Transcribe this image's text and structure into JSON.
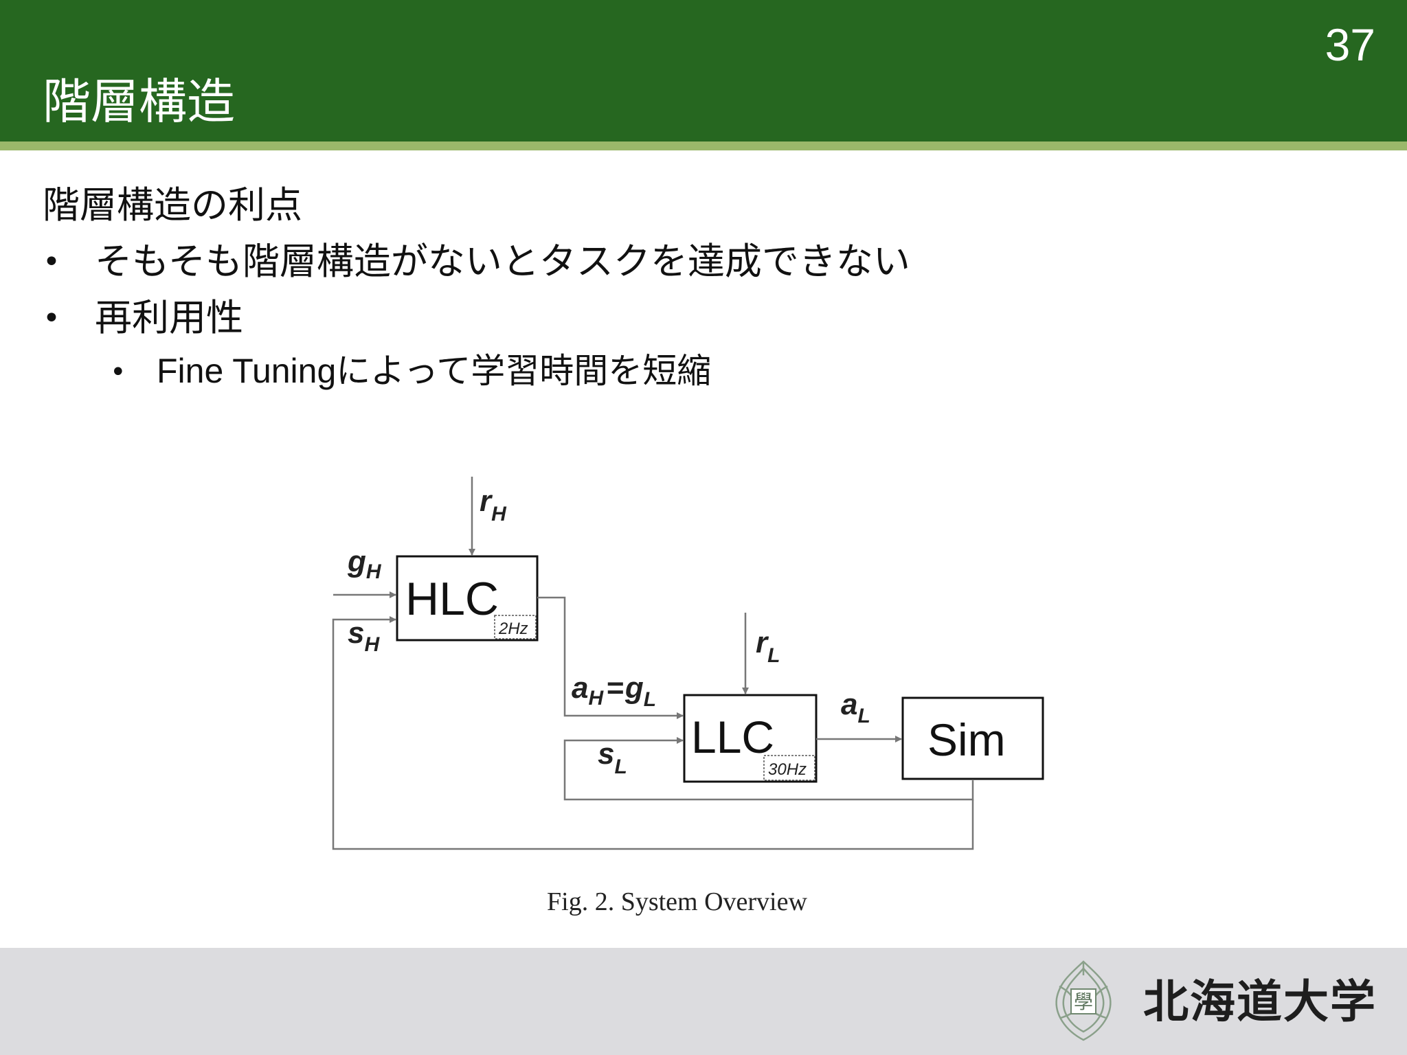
{
  "slide": {
    "title": "階層構造",
    "page_number": "37"
  },
  "content": {
    "heading": "階層構造の利点",
    "bullet_mark": "•",
    "bullets": [
      {
        "text": "そもそも階層構造がないとタスクを達成できない"
      },
      {
        "text": "再利用性"
      }
    ],
    "sub_bullets": [
      {
        "text_latin": "Fine Tuning",
        "text_jp": "によって学習時間を短縮"
      }
    ]
  },
  "diagram": {
    "blocks": {
      "hlc": {
        "label": "HLC",
        "rate": "2Hz"
      },
      "llc": {
        "label": "LLC",
        "rate": "30Hz"
      },
      "sim": {
        "label": "Sim"
      }
    },
    "signals": {
      "r_h": {
        "base": "r",
        "sub": "H"
      },
      "g_h": {
        "base": "g",
        "sub": "H"
      },
      "s_h": {
        "base": "s",
        "sub": "H"
      },
      "r_l": {
        "base": "r",
        "sub": "L"
      },
      "s_l": {
        "base": "s",
        "sub": "L"
      },
      "a_l": {
        "base": "a",
        "sub": "L"
      },
      "a_h": {
        "base": "a",
        "sub": "H"
      },
      "equals": "=",
      "g_l": {
        "base": "g",
        "sub": "L"
      }
    },
    "caption": "Fig. 2.  System Overview",
    "colors": {
      "arrow": "#777777",
      "block_border": "#111111"
    }
  },
  "footer": {
    "logo_text": "北海道大学",
    "logo_emblem_lettering": "學"
  },
  "colors": {
    "header": "#266720",
    "header_rule": "#9bb86a",
    "footer": "#dcdcdf"
  }
}
